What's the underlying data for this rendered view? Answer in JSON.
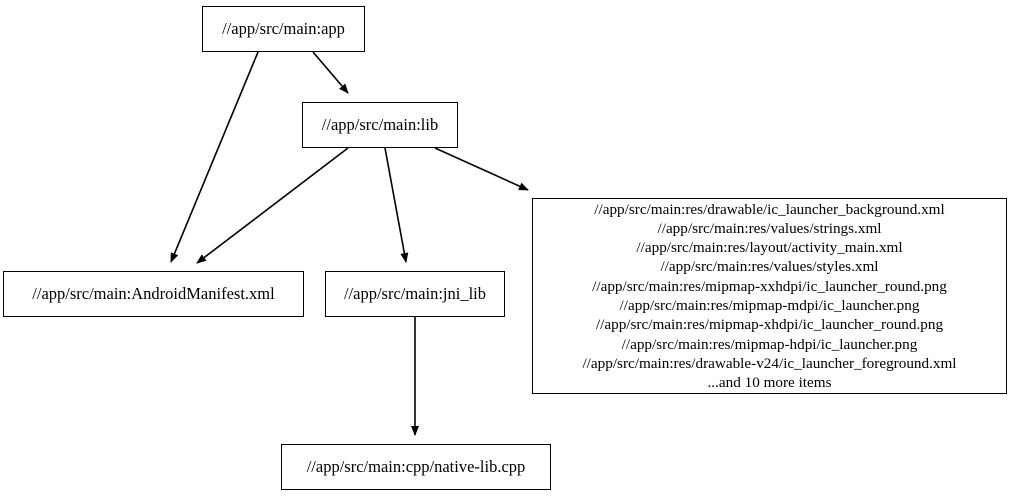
{
  "diagram": {
    "type": "dependency-graph",
    "title": "",
    "nodes": [
      {
        "id": "app",
        "label": "//app/src/main:app"
      },
      {
        "id": "lib",
        "label": "//app/src/main:lib"
      },
      {
        "id": "manifest",
        "label": "//app/src/main:AndroidManifest.xml"
      },
      {
        "id": "jni_lib",
        "label": "//app/src/main:jni_lib"
      },
      {
        "id": "native_lib",
        "label": "//app/src/main:cpp/native-lib.cpp"
      },
      {
        "id": "res_group",
        "label": "//app/src/main:res/drawable/ic_launcher_background.xml\n//app/src/main:res/values/strings.xml\n//app/src/main:res/layout/activity_main.xml\n//app/src/main:res/values/styles.xml\n//app/src/main:res/mipmap-xxhdpi/ic_launcher_round.png\n//app/src/main:res/mipmap-mdpi/ic_launcher.png\n//app/src/main:res/mipmap-xhdpi/ic_launcher_round.png\n//app/src/main:res/mipmap-hdpi/ic_launcher.png\n//app/src/main:res/drawable-v24/ic_launcher_foreground.xml\n...and 10 more items",
        "lines": [
          "//app/src/main:res/drawable/ic_launcher_background.xml",
          "//app/src/main:res/values/strings.xml",
          "//app/src/main:res/layout/activity_main.xml",
          "//app/src/main:res/values/styles.xml",
          "//app/src/main:res/mipmap-xxhdpi/ic_launcher_round.png",
          "//app/src/main:res/mipmap-mdpi/ic_launcher.png",
          "//app/src/main:res/mipmap-xhdpi/ic_launcher_round.png",
          "//app/src/main:res/mipmap-hdpi/ic_launcher.png",
          "//app/src/main:res/drawable-v24/ic_launcher_foreground.xml",
          "...and 10 more items"
        ]
      }
    ],
    "edges": [
      {
        "from": "app",
        "to": "manifest"
      },
      {
        "from": "app",
        "to": "lib"
      },
      {
        "from": "lib",
        "to": "manifest"
      },
      {
        "from": "lib",
        "to": "jni_lib"
      },
      {
        "from": "lib",
        "to": "res_group"
      },
      {
        "from": "jni_lib",
        "to": "native_lib"
      }
    ],
    "colors": {
      "background": "#ffffff",
      "node_border": "#000000",
      "node_fill": "#ffffff",
      "text": "#000000",
      "edge": "#000000"
    }
  }
}
